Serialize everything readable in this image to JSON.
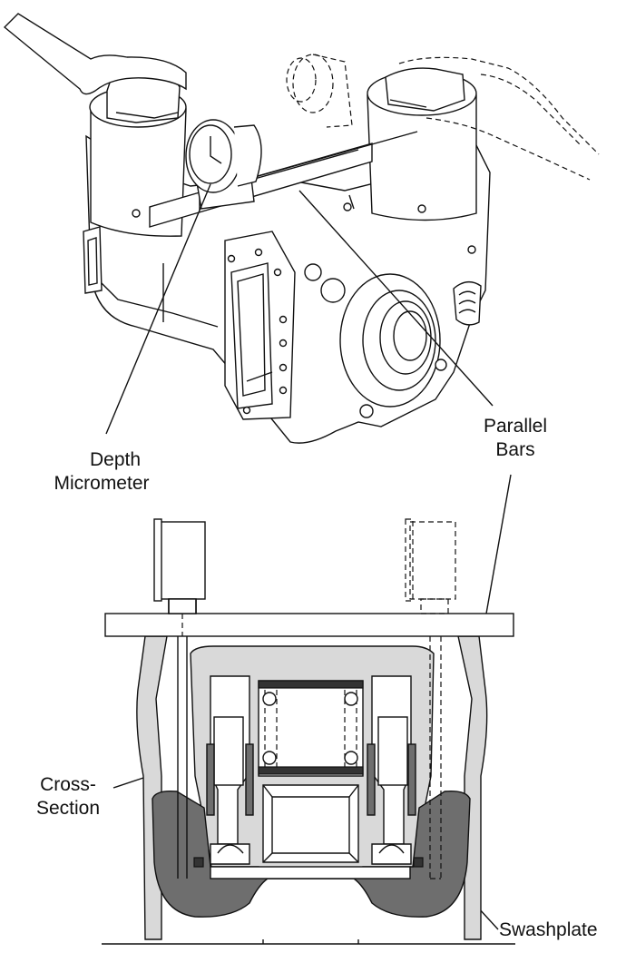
{
  "labels": {
    "depth_micrometer": [
      "Depth",
      "Micrometer"
    ],
    "parallel_bars": [
      "Parallel",
      "Bars"
    ],
    "cross_section": [
      "Cross-",
      "Section"
    ],
    "swashplate": "Swashplate"
  }
}
